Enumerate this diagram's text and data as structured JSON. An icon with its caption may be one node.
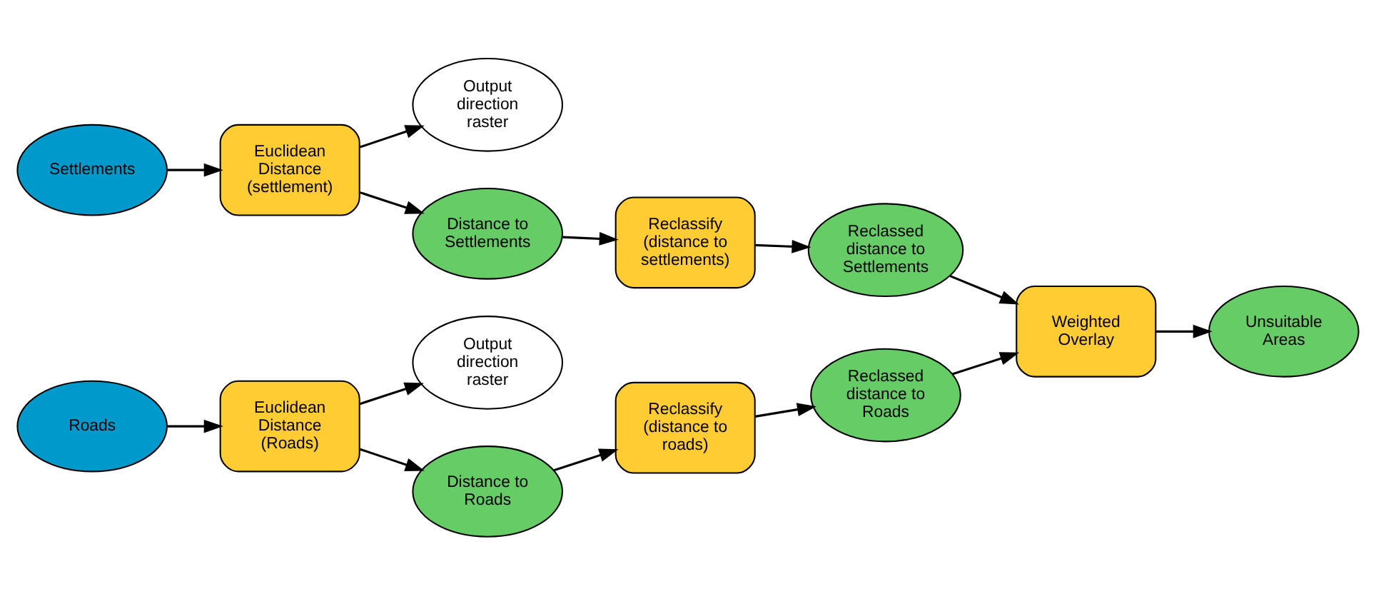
{
  "diagram": {
    "nodes": [
      {
        "text": [
          "Settlements"
        ]
      },
      {
        "text": [
          "Euclidean Distance (settlement)"
        ]
      },
      {
        "text": [
          "Output direction raster"
        ]
      },
      {
        "text": [
          "Distance to Settlements"
        ]
      },
      {
        "text": [
          "Reclassify (distance to settlements)"
        ]
      },
      {
        "text": [
          "Reclassed distance to Settlements"
        ]
      },
      {
        "text": [
          "Roads"
        ]
      },
      {
        "text": [
          "Euclidean Distance (Roads)"
        ]
      },
      {
        "text": [
          "Output direction raster"
        ]
      },
      {
        "text": [
          "Distance to Roads"
        ]
      },
      {
        "text": [
          "Reclassify (distance to roads)"
        ]
      },
      {
        "text": [
          "Reclassed distance to Roads"
        ]
      },
      {
        "text": [
          "Weighted Overlay"
        ]
      },
      {
        "text": [
          "Unsuitable Areas"
        ]
      }
    ],
    "edges": [
      {
        "from": 0,
        "to": 1,
        "arrow": "to"
      },
      {
        "from": 1,
        "to": 2,
        "arrow": "to"
      },
      {
        "from": 1,
        "to": 3,
        "arrow": "to"
      },
      {
        "from": 3,
        "to": 4,
        "arrow": "to"
      },
      {
        "from": 4,
        "to": 5,
        "arrow": "to"
      },
      {
        "from": 6,
        "to": 7,
        "arrow": "to"
      },
      {
        "from": 7,
        "to": 8,
        "arrow": "to"
      },
      {
        "from": 7,
        "to": 9,
        "arrow": "to"
      },
      {
        "from": 9,
        "to": 10,
        "arrow": "to"
      },
      {
        "from": 10,
        "to": 11,
        "arrow": "to"
      },
      {
        "from": 5,
        "to": 12,
        "arrow": "to"
      },
      {
        "from": 11,
        "to": 12,
        "arrow": "to"
      },
      {
        "from": 12,
        "to": 13,
        "arrow": "to"
      }
    ]
  }
}
